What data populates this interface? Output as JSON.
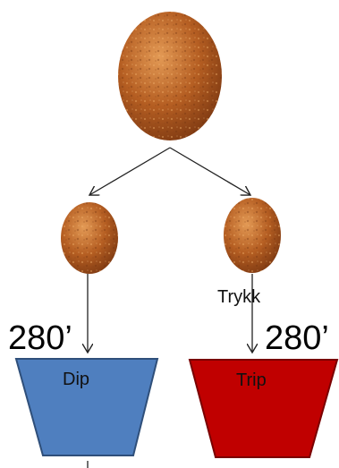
{
  "labels": {
    "left_temp": "280’",
    "right_temp": "280’",
    "pressure": "Trykk",
    "left_container": "Dip",
    "right_container": "Trip"
  },
  "colors": {
    "ball_light": "#d98a45",
    "ball_mid": "#b55e22",
    "ball_dark": "#7f3a12",
    "dip_fill": "#4f7fbf",
    "dip_stroke": "#2f4f7a",
    "trip_fill": "#c00000",
    "trip_stroke": "#7a0000",
    "line": "#222222"
  }
}
